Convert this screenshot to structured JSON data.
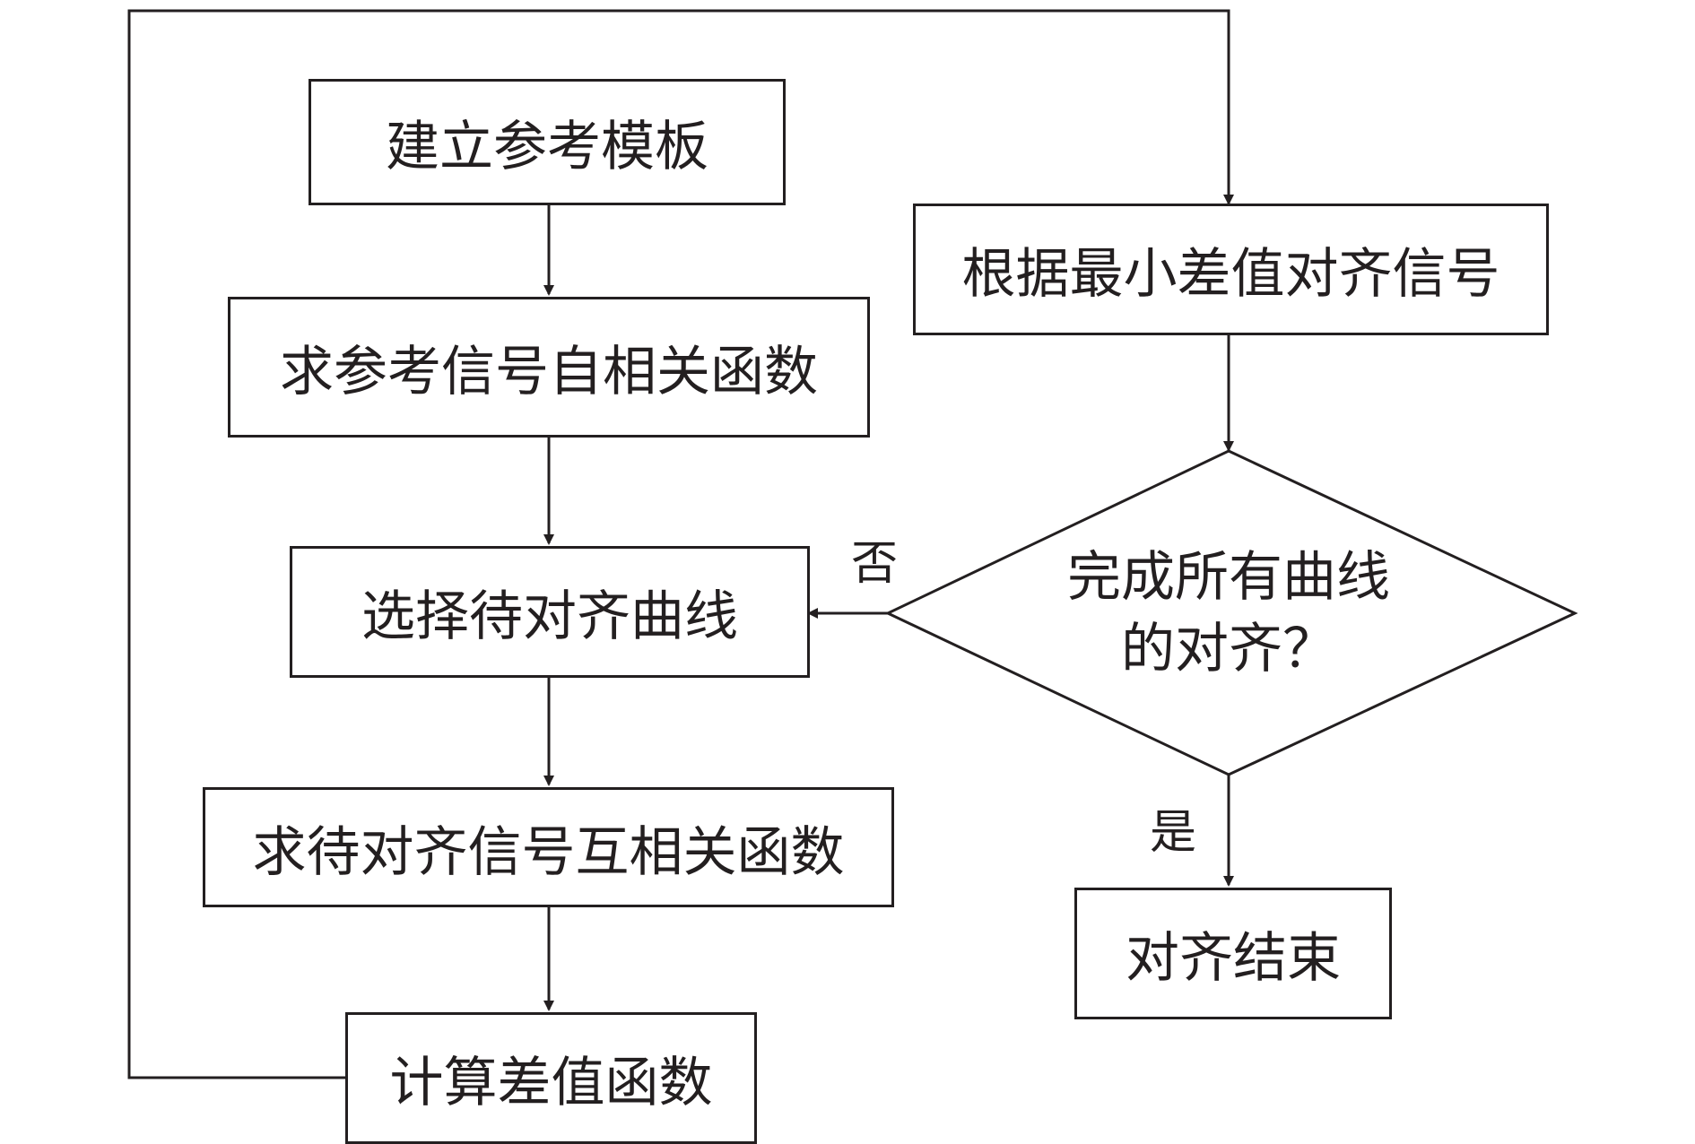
{
  "nodes": {
    "build_template": "建立参考模板",
    "autocorrelation": "求参考信号自相关函数",
    "select_curve": "选择待对齐曲线",
    "crosscorrelation": "求待对齐信号互相关函数",
    "difference": "计算差值函数",
    "align_by_min": "根据最小差值对齐信号",
    "decision_line1": "完成所有曲线",
    "decision_line2": "的对齐？",
    "end": "对齐结束"
  },
  "edge_labels": {
    "no": "否",
    "yes": "是"
  },
  "colors": {
    "line": "#231f20",
    "background": "#ffffff"
  }
}
